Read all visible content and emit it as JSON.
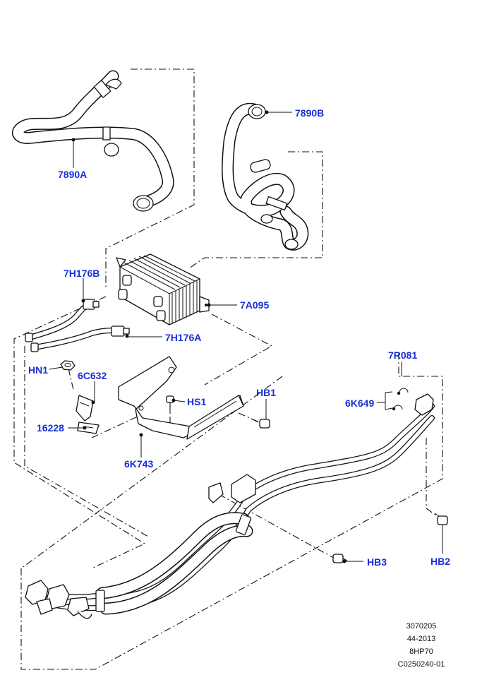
{
  "callouts": {
    "c7890A": "7890A",
    "c7890B": "7890B",
    "c7H176B": "7H176B",
    "c7A095": "7A095",
    "c7H176A": "7H176A",
    "cHN1": "HN1",
    "c6C632": "6C632",
    "cHS1": "HS1",
    "cHB1": "HB1",
    "c16228": "16228",
    "c6K743": "6K743",
    "c7R081": "7R081",
    "c6K649": "6K649",
    "cHB3": "HB3",
    "cHB2": "HB2"
  },
  "reference": {
    "line1": "3070205",
    "line2": "44-2013",
    "line3": "8HP70",
    "line4": "C0250240-01"
  },
  "colors": {
    "callout": "#1a2fd6",
    "line": "#111111",
    "background": "#ffffff"
  }
}
